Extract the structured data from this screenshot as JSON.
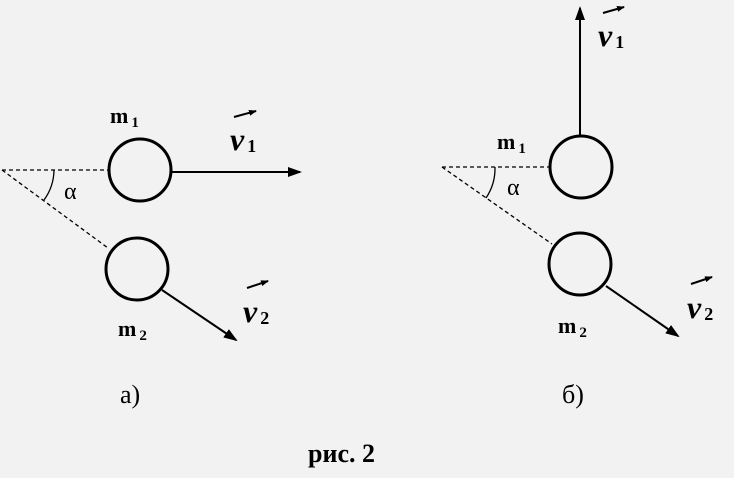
{
  "figure": {
    "caption": "рис. 2",
    "panel_a": {
      "label": "а)",
      "mass1": {
        "base": "m",
        "sub": "1"
      },
      "mass2": {
        "base": "m",
        "sub": "2"
      },
      "velocity1": {
        "base": "v",
        "sub": "1"
      },
      "velocity2": {
        "base": "v",
        "sub": "2"
      },
      "angle": "α"
    },
    "panel_b": {
      "label": "б)",
      "mass1": {
        "base": "m",
        "sub": "1"
      },
      "mass2": {
        "base": "m",
        "sub": "2"
      },
      "velocity1": {
        "base": "v",
        "sub": "1"
      },
      "velocity2": {
        "base": "v",
        "sub": "2"
      },
      "angle": "α"
    }
  },
  "colors": {
    "ink": "#000000",
    "background": "#f2f2f2"
  }
}
